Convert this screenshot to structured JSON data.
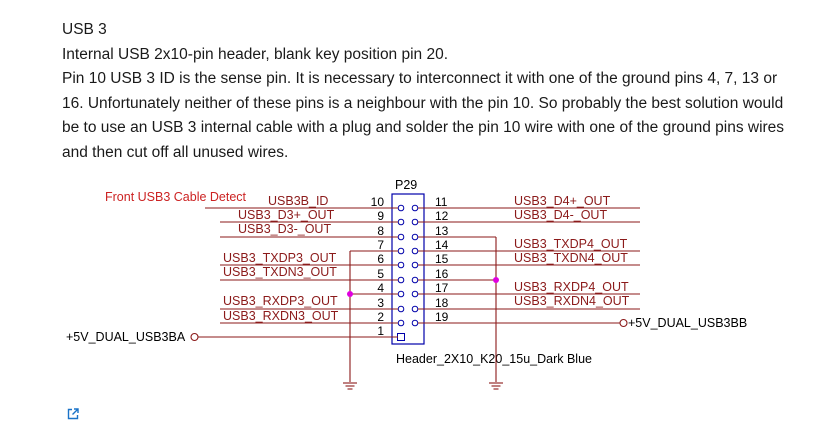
{
  "heading": "USB 3",
  "paragraph1": "Internal USB 2x10-pin header, blank key position pin 20.",
  "paragraph2": "Pin 10 USB 3 ID is the sense pin. It is necessary to interconnect it with one of the ground pins 4, 7, 13 or 16. Unfortunately neither of these pins is a neighbour with the pin 10. So probably the best solution would be to use an USB 3 internal cable with a plug and solder the pin 10 wire with one of the ground pins wires and then cut off all unused wires.",
  "schematic": {
    "ref_designator": "P29",
    "part_name": "Header_2X10_K20_15u_Dark Blue",
    "note": "Front USB3 Cable Detect",
    "left_nets": [
      "USB3B_ID",
      "USB3_D3+_OUT",
      "USB3_D3-_OUT",
      "USB3_TXDP3_OUT",
      "USB3_TXDN3_OUT",
      "USB3_RXDP3_OUT",
      "USB3_RXDN3_OUT"
    ],
    "left_pins": [
      "10",
      "9",
      "8",
      "7",
      "6",
      "5",
      "4",
      "3",
      "2",
      "1"
    ],
    "right_pins": [
      "11",
      "12",
      "13",
      "14",
      "15",
      "16",
      "17",
      "18",
      "19"
    ],
    "right_nets": [
      "USB3_D4+_OUT",
      "USB3_D4-_OUT",
      "USB3_TXDP4_OUT",
      "USB3_TXDN4_OUT",
      "USB3_RXDP4_OUT",
      "USB3_RXDN4_OUT"
    ],
    "power_left": "+5V_DUAL_USB3BA",
    "power_right": "+5V_DUAL_USB3BB",
    "colors": {
      "wire": "#8b1a1a",
      "note": "#cc2222",
      "junction": "#e000e0",
      "connector": "#0000aa"
    }
  },
  "external_link_icon": "external-link-icon"
}
